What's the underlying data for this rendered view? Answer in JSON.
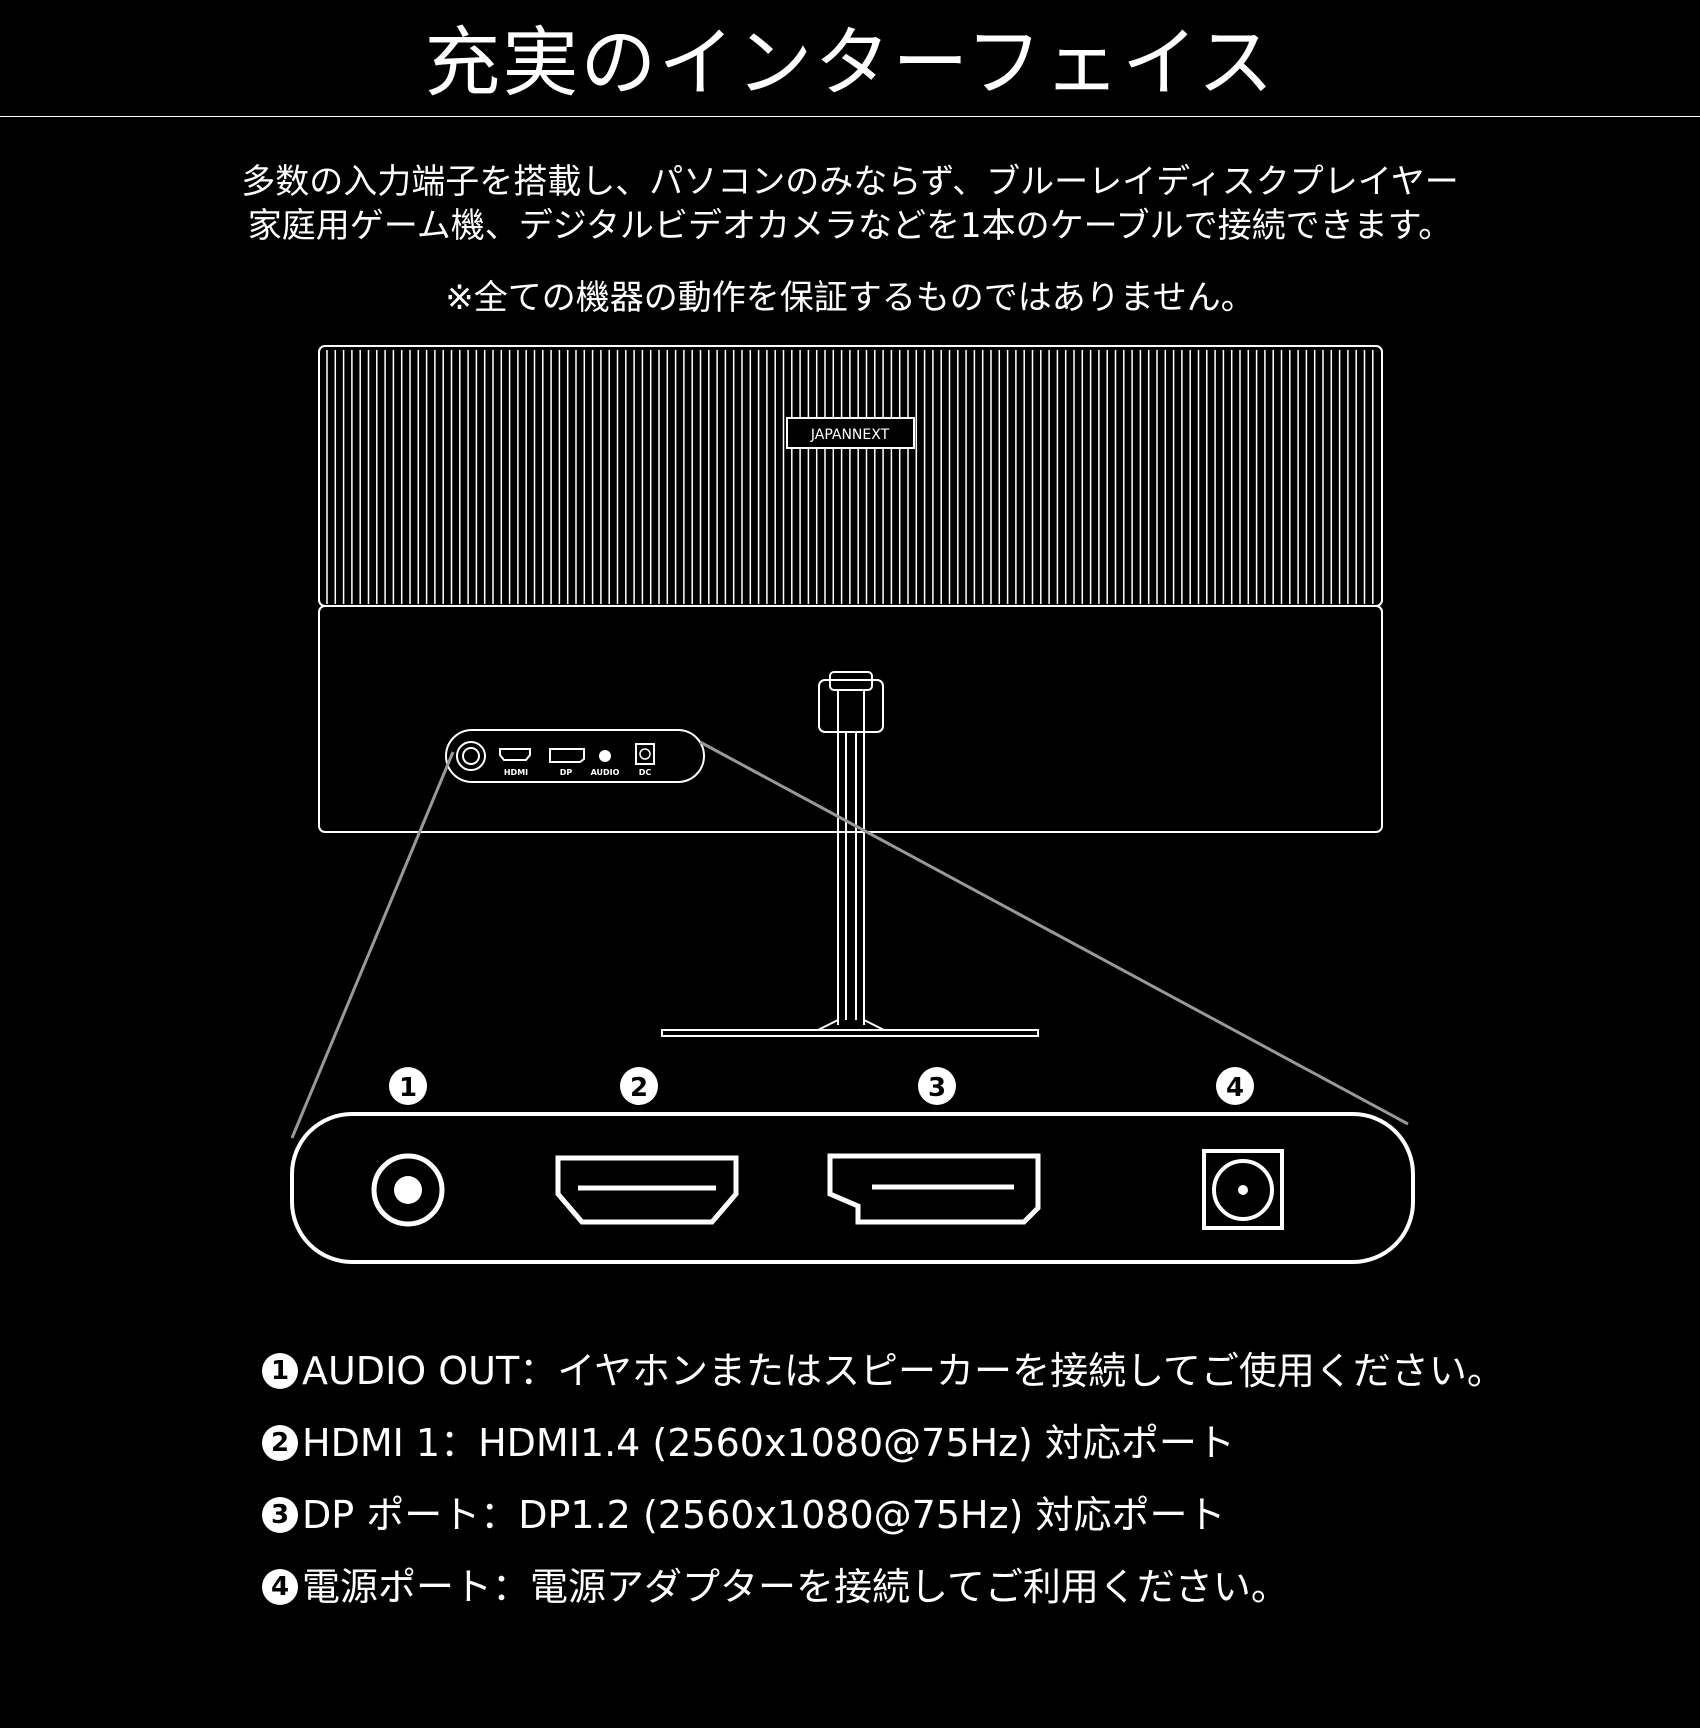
{
  "header": {
    "title": "充実のインターフェイス"
  },
  "intro": {
    "line1": "多数の入力端子を搭載し、パソコンのみならず、ブルーレイディスクプレイヤー",
    "line2": "家庭用ゲーム機、デジタルビデオカメラなどを1本のケーブルで接続できます。",
    "note": "※全ての機器の動作を保証するものではありません。"
  },
  "monitor": {
    "brand": "JAPANNEXT",
    "port_labels": [
      "HDMI",
      "DP",
      "AUDIO",
      "DC"
    ]
  },
  "ports": [
    {
      "num": "1",
      "icon": "audio-jack-icon"
    },
    {
      "num": "2",
      "icon": "hdmi-port-icon"
    },
    {
      "num": "3",
      "icon": "displayport-icon"
    },
    {
      "num": "4",
      "icon": "dc-power-icon"
    }
  ],
  "legend": [
    {
      "num": "1",
      "text": "AUDIO OUT：イヤホンまたはスピーカーを接続してご使用ください。"
    },
    {
      "num": "2",
      "text": "HDMI 1：HDMI1.4 (2560x1080@75Hz) 対応ポート"
    },
    {
      "num": "3",
      "text": "DP ポート：DP1.2 (2560x1080@75Hz) 対応ポート"
    },
    {
      "num": "4",
      "text": "電源ポート：電源アダプターを接続してご利用ください。"
    }
  ]
}
